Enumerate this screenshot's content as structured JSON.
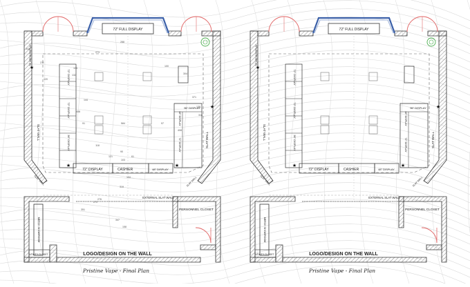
{
  "plans": [
    {
      "id": "left",
      "title": "Pristine Vape - Final Plan",
      "labels": {
        "full_display": "72\" FULL DISPLAY",
        "display_72": "72\" DISPLAY",
        "cashier": "CASHIER",
        "display_48": "48\" DISPLAY",
        "display_96": "96\" DISPLAY",
        "display_48_side": "48\" DISPLAY",
        "display_72_side": "72\" DISPLAY",
        "slat_wall_left": "SLAT WALL",
        "slat_wall_right": "SLAT WALL",
        "slat_wall_bottom_left": "SLAT WALL",
        "slat_wall_bottom_right": "SLAT WALL",
        "external_slat_wall": "EXTERNAL SLAT WALL",
        "personnel_closet": "PERSONNEL CLOSET",
        "logo_design": "LOGO/DESIGN ON THE WALL",
        "utility_closet": "UTILITY CLOSET",
        "merch_showroom": "MERCH SHOWROOM",
        "counter_a": "72\" DISPLAY",
        "counter_b": "72\" DISPLAY",
        "counter_c": "36\" DISPLAY",
        "media_display": "72\" MEDIA DISPLAY"
      },
      "dims": [
        "288",
        "273",
        "270",
        "211",
        "132",
        "120",
        "144",
        "408",
        "91",
        "584",
        "97",
        "408",
        "118",
        "138",
        "90",
        "103",
        "121",
        "61",
        "134",
        "319",
        "276",
        "351",
        "347",
        "158",
        "342",
        "105",
        "304",
        "371",
        "318",
        "100"
      ]
    },
    {
      "id": "right",
      "title": "Pristine Vape - Final Plan",
      "labels": {
        "full_display": "72\" FULL DISPLAY",
        "display_72": "72\" DISPLAY",
        "cashier": "CASHIER",
        "display_48": "48\" DISPLAY",
        "display_96": "96\" DISPLAY",
        "display_48_side": "48\" DISPLAY",
        "display_72_side": "72\" DISPLAY",
        "slat_wall_left": "SLAT WALL",
        "slat_wall_right": "SLAT WALL",
        "slat_wall_bottom_left": "SLAT WALL",
        "slat_wall_bottom_right": "SLAT WALL",
        "external_slat_wall": "EXTERNAL SLAT WALL",
        "personnel_closet": "PERSONNEL CLOSET",
        "logo_design": "LOGO/DESIGN ON THE WALL",
        "utility_closet": "UTILITY CLOSET",
        "merch_showroom": "MERCH SHOWROOM",
        "counter_a": "72\" DISPLAY",
        "counter_b": "72\" DISPLAY",
        "counter_c": "36\" DISPLAY",
        "media_display": "72\" MEDIA DISPLAY"
      },
      "dims": []
    }
  ],
  "colors": {
    "wall": "#333333",
    "hatch": "#888888",
    "door": "#e26a6a",
    "window": "#3a5fa8",
    "dashed": "#666666",
    "text": "#222222",
    "plant": "#4caf50",
    "background_lines": "#d8d8d8"
  }
}
